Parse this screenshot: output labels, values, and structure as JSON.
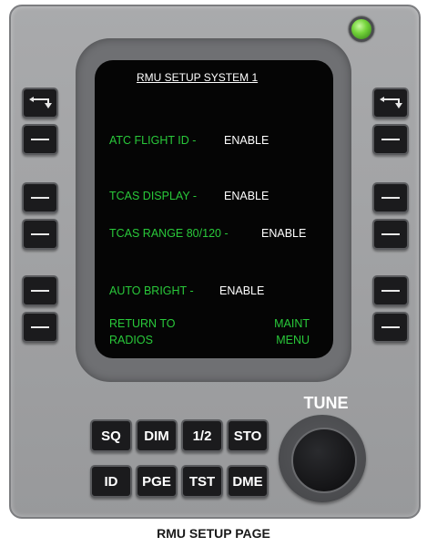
{
  "screen": {
    "title": "RMU SETUP SYSTEM 1",
    "rows": [
      {
        "label": "ATC FLIGHT ID -",
        "value": "ENABLE"
      },
      {
        "label": "TCAS DISPLAY -",
        "value": "ENABLE"
      },
      {
        "label": "TCAS RANGE 80/120 -",
        "value": "ENABLE"
      },
      {
        "label": "AUTO BRIGHT -",
        "value": "ENABLE"
      }
    ],
    "return_label": "RETURN TO\nRADIOS",
    "maint_label": "MAINT\nMENU"
  },
  "keys": {
    "sq": "SQ",
    "dim": "DIM",
    "half": "1/2",
    "sto": "STO",
    "id": "ID",
    "pge": "PGE",
    "tst": "TST",
    "dme": "DME"
  },
  "tune_label": "TUNE",
  "caption": "RMU SETUP PAGE",
  "colors": {
    "panel": "#a3a4a6",
    "screen": "#050505",
    "green_text": "#29c93a",
    "white_text": "#ffffff",
    "indicator": "#74d43a"
  },
  "icons": {
    "swap_key": "swap-arrow-icon",
    "line_key": "dash-icon"
  }
}
